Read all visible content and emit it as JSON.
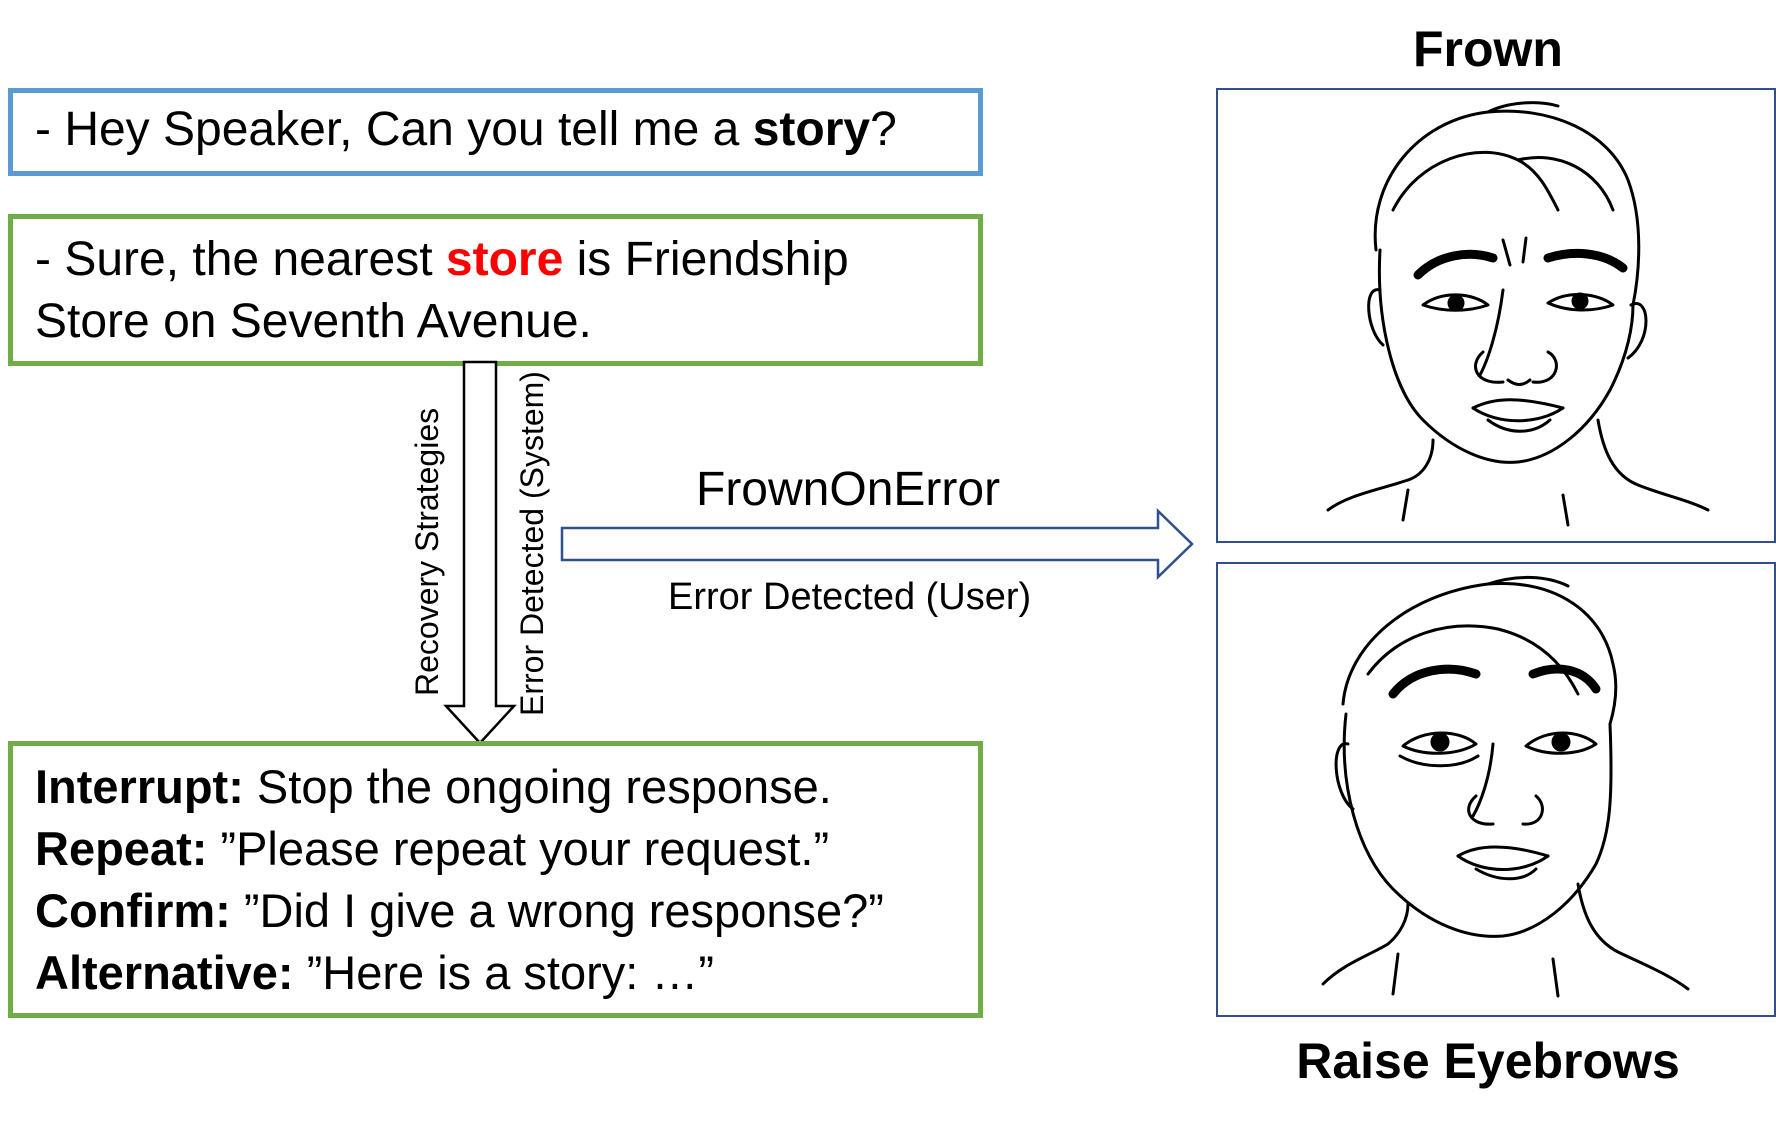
{
  "user_query": {
    "prefix": "- Hey Speaker, Can you tell me a ",
    "keyword": "story",
    "suffix": "?"
  },
  "system_response": {
    "line1_prefix": "- Sure, the nearest ",
    "error_word": "store",
    "line1_suffix": " is Friendship",
    "line2": "Store on Seventh Avenue."
  },
  "strategies": [
    {
      "name": "Interrupt:",
      "text": " Stop the ongoing response."
    },
    {
      "name": "Repeat:",
      "text": " ”Please repeat your request.”"
    },
    {
      "name": "Confirm:",
      "text": " ”Did I give a wrong response?”"
    },
    {
      "name": "Alternative:",
      "text": " ”Here is a story: …”"
    }
  ],
  "arrows": {
    "recovery_label": "Recovery Strategies",
    "system_label": "Error Detected (System)",
    "frown_label": "FrownOnError",
    "user_label": "Error Detected (User)"
  },
  "faces": {
    "top_title": "Frown",
    "bottom_title": "Raise Eyebrows"
  },
  "colors": {
    "query_border": "#5b9bd5",
    "response_border": "#70ad47",
    "error_word": "#ff0000",
    "panel_border": "#2f4f8f"
  }
}
